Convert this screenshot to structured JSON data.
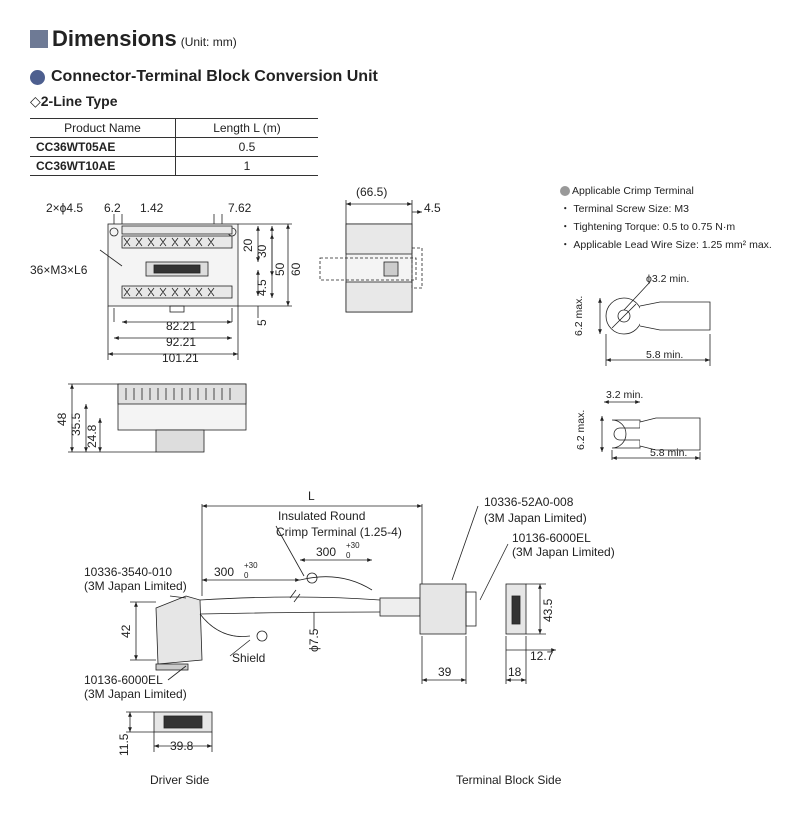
{
  "header": {
    "title": "Dimensions",
    "unit": "(Unit: mm)",
    "section": "Connector-Terminal Block Conversion Unit",
    "subsection": "◇2-Line Type"
  },
  "product_table": {
    "headers": [
      "Product Name",
      "Length L (m)"
    ],
    "rows": [
      {
        "name": "CC36WT05AE",
        "length": "0.5"
      },
      {
        "name": "CC36WT10AE",
        "length": "1"
      }
    ]
  },
  "crimp_notes": {
    "heading": "Applicable Crimp Terminal",
    "items": [
      "・ Terminal Screw Size: M3",
      "・ Tightening Torque: 0.5 to 0.75 N·m",
      "・ Applicable Lead Wire Size: 1.25 mm² max."
    ]
  },
  "terminal_block_dims": {
    "holes": "2×ϕ4.5",
    "pitch1": "6.2",
    "pitch2": "1.42",
    "pitch3": "7.62",
    "screws": "36×M3×L6",
    "w1": "82.21",
    "w2": "92.21",
    "w3": "101.21",
    "h20": "20",
    "h30": "30",
    "h50": "50",
    "h60": "60",
    "h45": "4.5",
    "h5": "5",
    "side_depth": "(66.5)",
    "side_45": "4.5",
    "front_48": "48",
    "front_355": "35.5",
    "front_248": "24.8"
  },
  "ring_terminal": {
    "hole": "ϕ3.2 min.",
    "height": "6.2 max.",
    "length": "5.8 min."
  },
  "fork_terminal": {
    "gap": "3.2 min.",
    "height": "6.2 max.",
    "length": "5.8 min."
  },
  "cable": {
    "L": "L",
    "insulated_1": "Insulated Round",
    "insulated_2": "Crimp Terminal (1.25-4)",
    "len300a": "300",
    "len300b": "300",
    "tol_up": "+30",
    "tol_down": "0",
    "diameter": "ϕ7.5",
    "shield": "Shield",
    "conn_left_pn": "10336-3540-010",
    "conn_left_mfr": "(3M Japan Limited)",
    "conn_left_42": "42",
    "plug_left_pn": "10136-6000EL",
    "plug_left_mfr": "(3M Japan Limited)",
    "plug_115": "11.5",
    "plug_398": "39.8",
    "conn_right_pn": "10336-52A0-008",
    "conn_right_mfr": "(3M Japan Limited)",
    "plug_right_pn": "10136-6000EL",
    "plug_right_mfr": "(3M Japan Limited)",
    "d39": "39",
    "d18": "18",
    "d435": "43.5",
    "d127": "12.7",
    "driver_side": "Driver Side",
    "terminal_side": "Terminal Block Side"
  }
}
